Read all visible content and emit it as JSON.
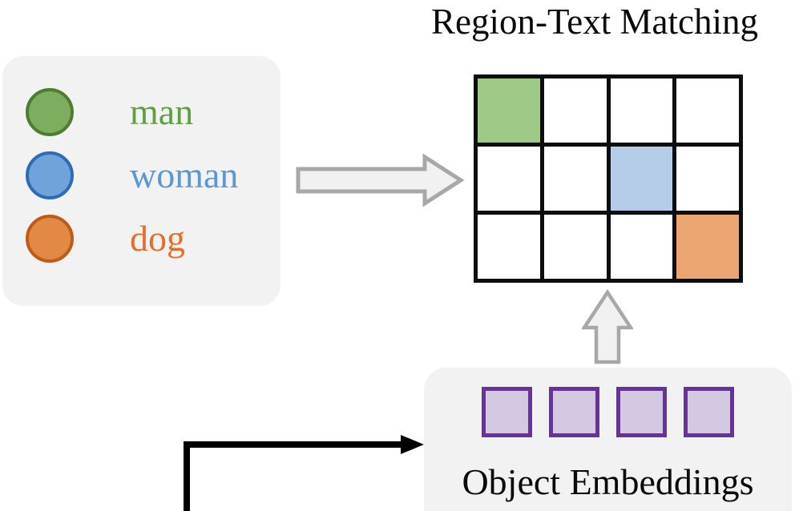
{
  "title": "Region-Text Matching",
  "legend": {
    "items": [
      {
        "id": "man",
        "label": "man",
        "text_color": "#5fa044",
        "circle_fill": "#7dae60",
        "circle_stroke": "#4e7c31"
      },
      {
        "id": "woman",
        "label": "woman",
        "text_color": "#5d96d5",
        "circle_fill": "#6fa3da",
        "circle_stroke": "#2e6cb3"
      },
      {
        "id": "dog",
        "label": "dog",
        "text_color": "#e0702c",
        "circle_fill": "#e28a45",
        "circle_stroke": "#bd5c17"
      }
    ]
  },
  "matching_matrix": {
    "rows": 3,
    "cols": 4,
    "highlighted_cells": [
      {
        "row": 0,
        "col": 0,
        "match": "man",
        "color": "#9fc987"
      },
      {
        "row": 1,
        "col": 2,
        "match": "woman",
        "color": "#b6cde9"
      },
      {
        "row": 2,
        "col": 3,
        "match": "dog",
        "color": "#eba571"
      }
    ],
    "empty_color": "#ffffff",
    "line_color": "#0d0d0d"
  },
  "object_embeddings": {
    "label": "Object Embeddings",
    "count": 4,
    "square_fill": "#d5c8e2",
    "square_stroke": "#6b30a0"
  },
  "arrows": [
    {
      "id": "legend-to-matrix",
      "direction": "right",
      "style": "gray-outline"
    },
    {
      "id": "embeddings-to-matrix",
      "direction": "up",
      "style": "gray-outline"
    },
    {
      "id": "flow-into-embeddings",
      "direction": "up-then-right",
      "style": "solid-black"
    }
  ],
  "colors": {
    "panel_bg": "#f2f2f2",
    "outline_arrow_fill": "#f1f1f1",
    "outline_arrow_stroke": "#a8a8a8",
    "flow_arrow": "#000000",
    "text": "#0a0a0a",
    "background": "#ffffff"
  }
}
